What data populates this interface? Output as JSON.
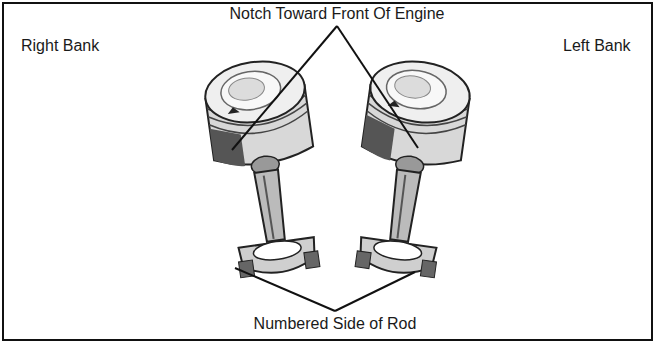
{
  "diagram": {
    "labels": [
      "Notch Toward Front Of Engine",
      "Right Bank",
      "Left Bank",
      "Numbered Side of Rod"
    ]
  }
}
